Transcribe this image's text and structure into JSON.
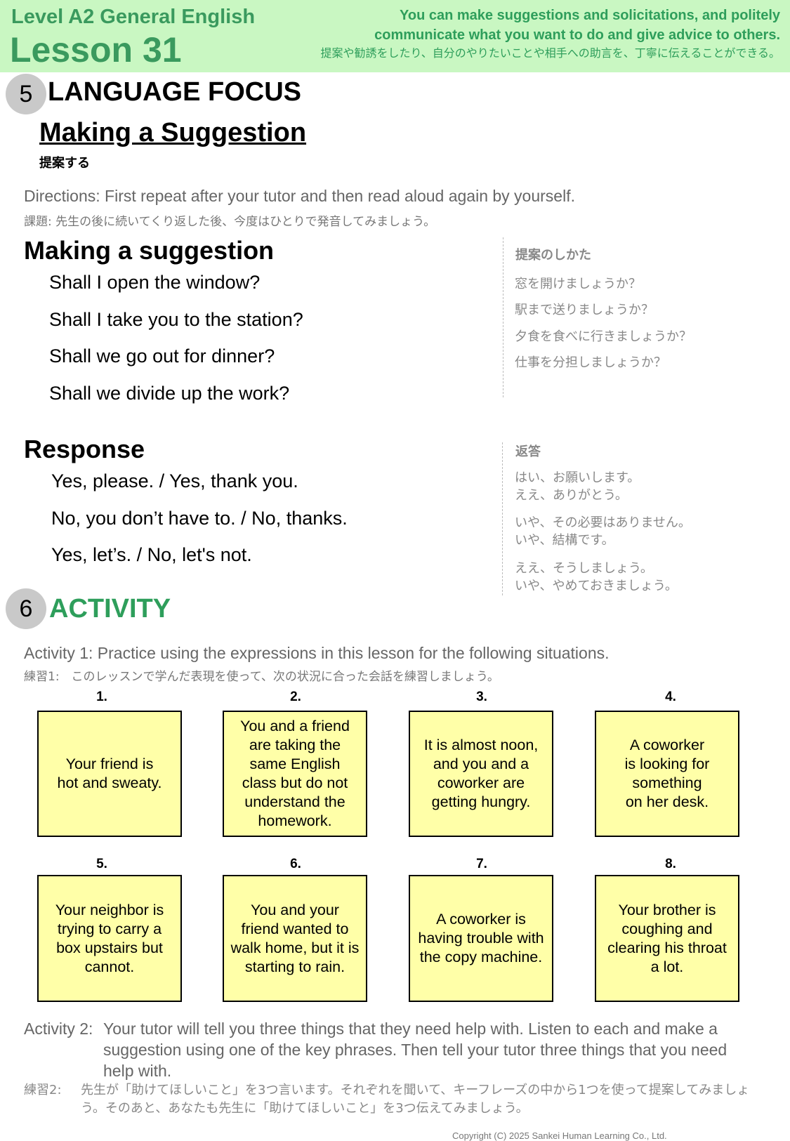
{
  "header": {
    "level": "Level A2 General English",
    "lesson": "Lesson 31",
    "goal_en_1": "You can make suggestions and solicitations, and politely",
    "goal_en_2": "communicate what you want to do and give advice to others.",
    "goal_ja": "提案や勧誘をしたり、自分のやりたいことや相手への助言を、丁寧に伝えることができる。"
  },
  "section5": {
    "number": "5",
    "title": "LANGUAGE FOCUS",
    "subtitle": "Making a Suggestion",
    "subtitle_ja": "提案する",
    "directions_en": "Directions: First repeat after your tutor and then read aloud again by yourself.",
    "directions_ja": "課題: 先生の後に続いてくり返した後、今度はひとりで発音してみましょう。",
    "suggestion_heading": "Making a suggestion",
    "suggestion_heading_ja": "提案のしかた",
    "suggestions": [
      "Shall I open the window?",
      "Shall I take you to the station?",
      "Shall we go out for dinner?",
      "Shall we divide up the work?"
    ],
    "suggestions_ja": [
      "窓を開けましょうか？",
      "駅まで送りましょうか？",
      "夕食を食べに行きましょうか？",
      "仕事を分担しましょうか？"
    ],
    "response_heading": "Response",
    "response_heading_ja": "返答",
    "responses": [
      "Yes, please. / Yes, thank you.",
      "No, you don’t have to. / No, thanks.",
      "Yes, let’s. / No, let's not."
    ],
    "responses_ja": [
      [
        "はい、お願いします。",
        "ええ、ありがとう。"
      ],
      [
        "いや、その必要はありません。",
        "いや、結構です。"
      ],
      [
        "ええ、そうしましょう。",
        "いや、やめておきましょう。"
      ]
    ]
  },
  "section6": {
    "number": "6",
    "title": "ACTIVITY",
    "activity1_en": "Activity 1: Practice using the expressions in this lesson for the following situations.",
    "activity1_ja": "練習1:　このレッスンで学んだ表現を使って、次の状況に合った会話を練習しましょう。",
    "cards": [
      {
        "num": "1.",
        "text": "Your friend is\nhot and sweaty."
      },
      {
        "num": "2.",
        "text": "You and a friend\nare taking the\nsame English\nclass but do not\nunderstand the\nhomework."
      },
      {
        "num": "3.",
        "text": "It is almost noon,\nand you and a\ncoworker are\ngetting hungry."
      },
      {
        "num": "4.",
        "text": "A coworker\nis looking for\nsomething\non her desk."
      },
      {
        "num": "5.",
        "text": "Your neighbor is\ntrying to carry a\nbox upstairs but\ncannot."
      },
      {
        "num": "6.",
        "text": "You and your\nfriend wanted to\nwalk home, but it is\nstarting to rain."
      },
      {
        "num": "7.",
        "text": "A coworker is\nhaving trouble with\nthe copy machine."
      },
      {
        "num": "8.",
        "text": "Your brother is\ncoughing and\nclearing his throat\na lot."
      }
    ],
    "activity2_label": "Activity 2:",
    "activity2_text": "Your tutor will tell you three things that they need help with. Listen to each and make a suggestion using one of the key phrases. Then tell your tutor three things that you need help with.",
    "activity2_ja_label": "練習2:",
    "activity2_ja_text": "先生が「助けてほしいこと」を3つ言います。それぞれを聞いて、キーフレーズの中から1つを使って提案してみましょう。そのあと、あなたも先生に「助けてほしいこと」を3つ伝えてみましょう。"
  },
  "footer": {
    "copyright": "Copyright (C) 2025 Sankei Human Learning Co., Ltd."
  }
}
